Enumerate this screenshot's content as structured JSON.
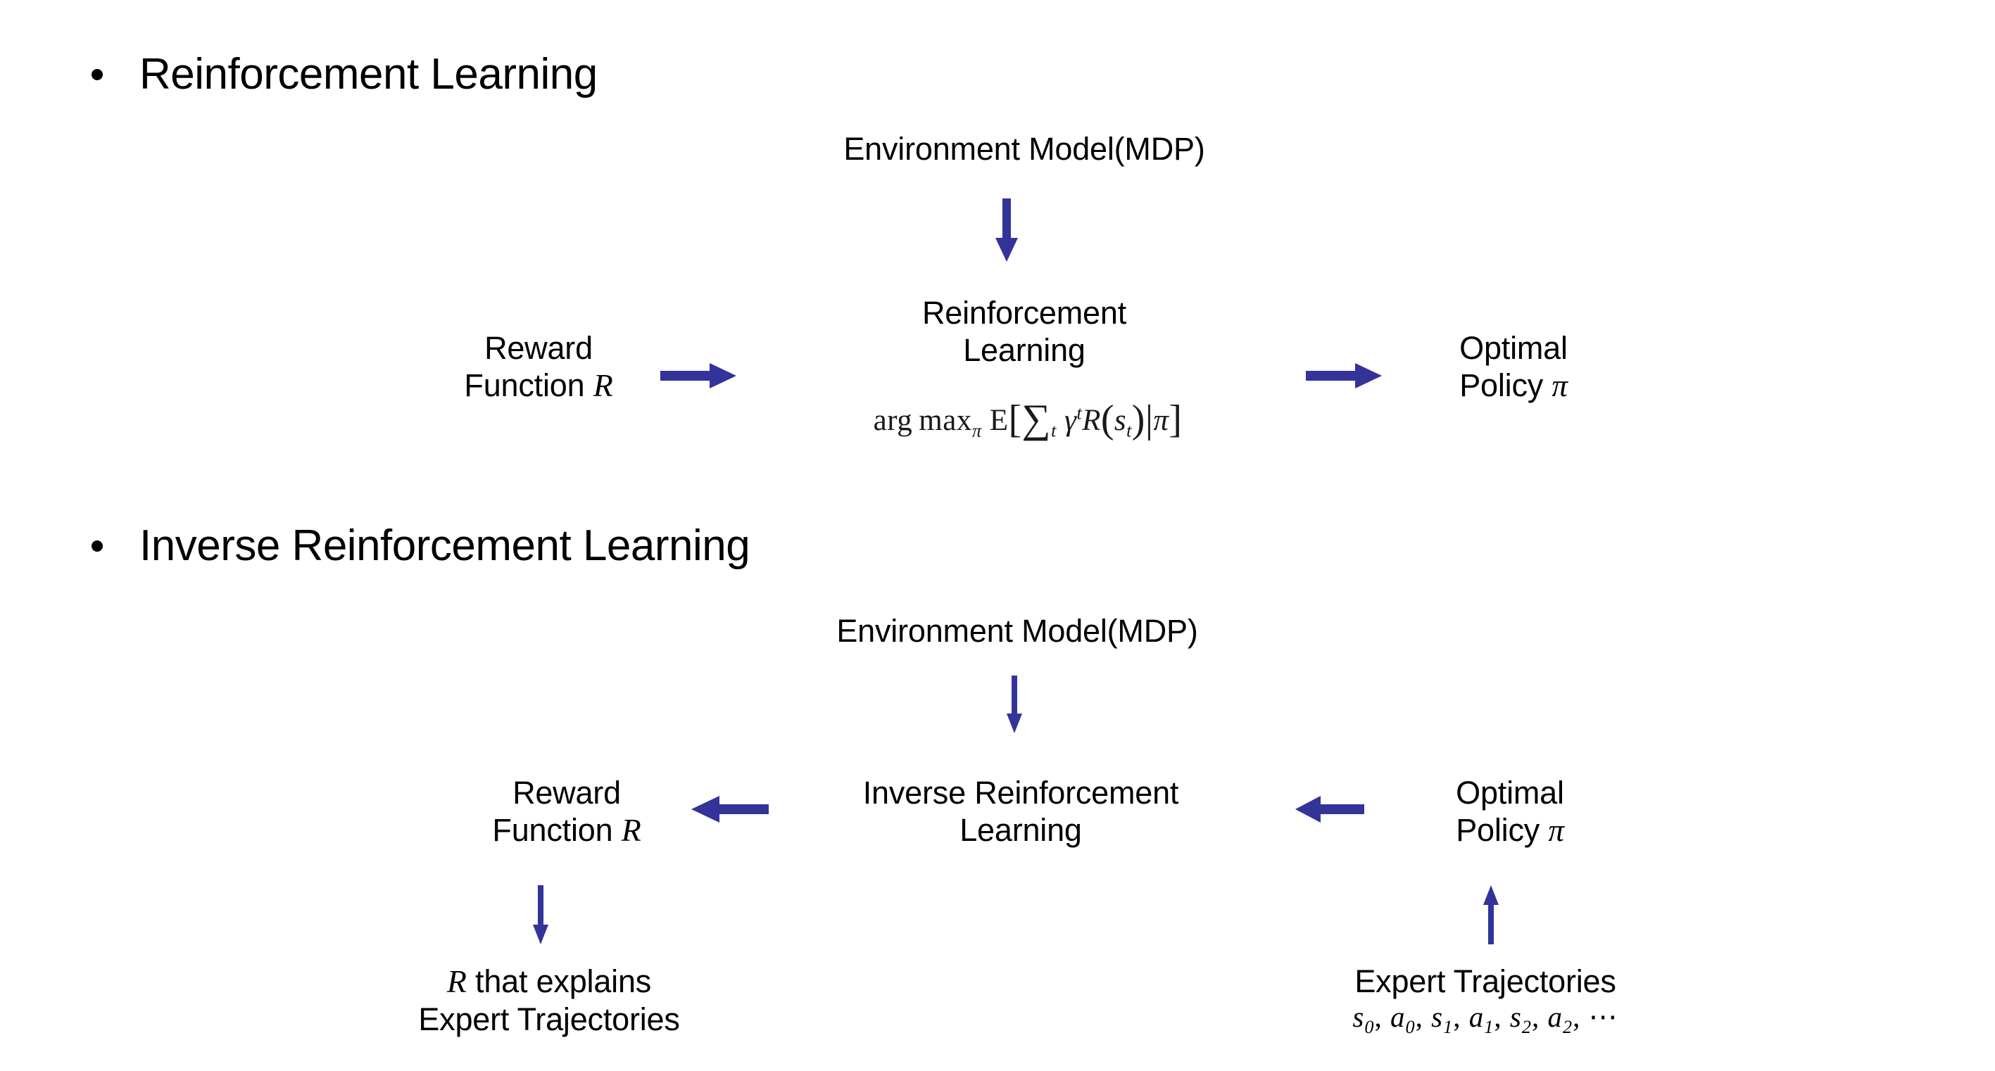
{
  "slide": {
    "background": "#ffffff",
    "text_color": "#000000",
    "arrow_color": "#333399"
  },
  "sections": [
    {
      "id": "reinforcement-learning",
      "bullet_label": "Reinforcement Learning",
      "environment_label": "Environment Model(MDP)",
      "center": {
        "line1": "Reinforcement",
        "line2": "Learning",
        "formula_plain": "arg max_π E[∑_t γ^t R(s_t)|π]",
        "formula_parts": {
          "arg": "arg",
          "max": "max",
          "max_sub": "π",
          "expectation": "E",
          "bracket_open": "[",
          "sum": "∑",
          "sum_sub": "t",
          "gamma": "γ",
          "gamma_sup": "t",
          "reward": "R",
          "paren_open": "(",
          "state": "s",
          "state_sub": "t",
          "paren_close": ")",
          "given": "|",
          "policy": "π",
          "bracket_close": "]"
        }
      },
      "left": {
        "line1": "Reward",
        "line2_text": "Function",
        "line2_symbol": "R"
      },
      "right": {
        "line1": "Optimal",
        "line2_text": "Policy",
        "line2_symbol": "π"
      },
      "arrows": [
        {
          "name": "env-to-rl",
          "direction": "down"
        },
        {
          "name": "reward-to-rl",
          "direction": "right"
        },
        {
          "name": "rl-to-policy",
          "direction": "right"
        }
      ]
    },
    {
      "id": "inverse-reinforcement-learning",
      "bullet_label": "Inverse Reinforcement Learning",
      "environment_label": "Environment Model(MDP)",
      "center": {
        "line1": "Inverse Reinforcement",
        "line2": "Learning"
      },
      "left": {
        "line1": "Reward",
        "line2_text": "Function",
        "line2_symbol": "R"
      },
      "right": {
        "line1": "Optimal",
        "line2_text": "Policy",
        "line2_symbol": "π"
      },
      "bottom_left": {
        "line1_symbol": "R",
        "line1_text": " that explains",
        "line2": "Expert Trajectories"
      },
      "bottom_right": {
        "line1": "Expert Trajectories",
        "sequence_plain": "s₀, a₀, s₁, a₁, s₂, a₂, ⋯",
        "sequence_tokens": [
          {
            "sym": "s",
            "sub": "0"
          },
          {
            "sym": "a",
            "sub": "0"
          },
          {
            "sym": "s",
            "sub": "1"
          },
          {
            "sym": "a",
            "sub": "1"
          },
          {
            "sym": "s",
            "sub": "2"
          },
          {
            "sym": "a",
            "sub": "2"
          }
        ],
        "sequence_ellipsis": "⋯"
      },
      "arrows": [
        {
          "name": "env-to-irl",
          "direction": "down"
        },
        {
          "name": "irl-to-reward",
          "direction": "left"
        },
        {
          "name": "policy-to-irl",
          "direction": "left"
        },
        {
          "name": "reward-to-explanation",
          "direction": "down"
        },
        {
          "name": "trajectories-to-policy",
          "direction": "up"
        }
      ]
    }
  ]
}
